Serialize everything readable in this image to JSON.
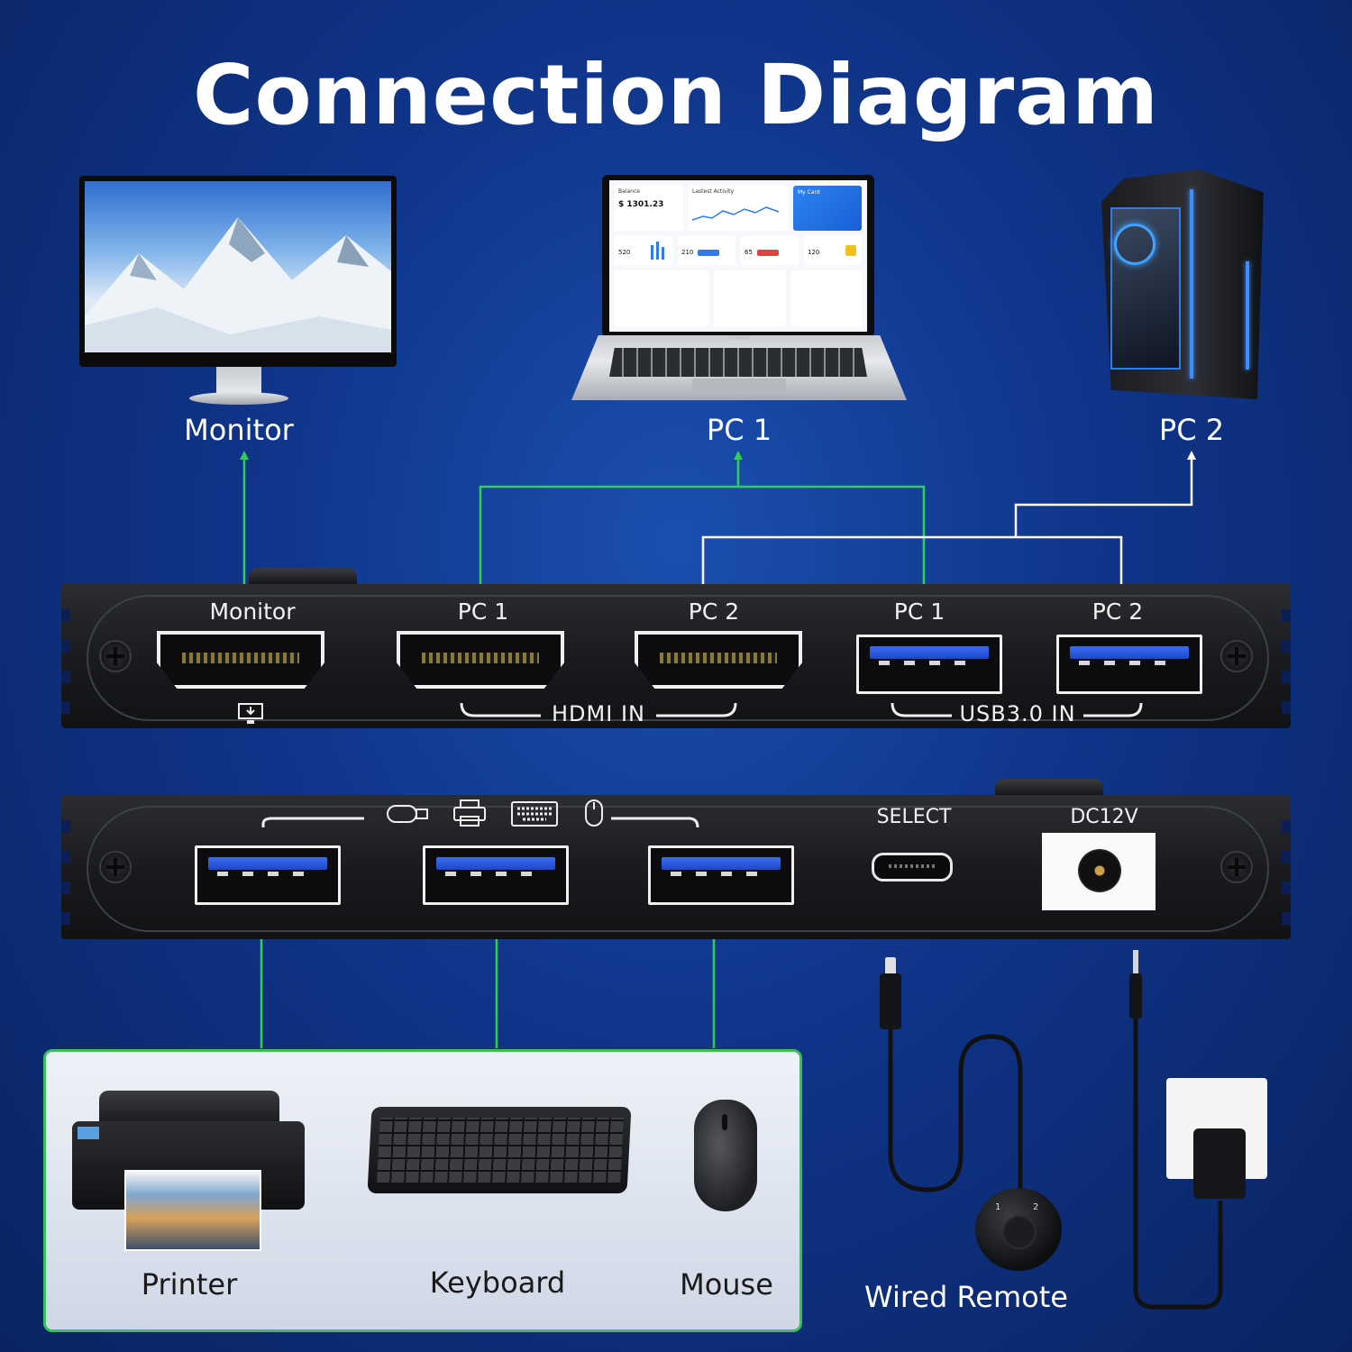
{
  "title": "Connection Diagram",
  "devices": {
    "monitor": "Monitor",
    "pc1": "PC 1",
    "pc2": "PC 2"
  },
  "laptop_screen": {
    "balance_label": "Balance",
    "balance_value": "$ 1301.23",
    "activity_label": "Lastest Activity",
    "card_label": "My Card",
    "invoice_total": "520",
    "invoice_paid": "210",
    "invoice_unpaid": "65",
    "invoice_sent": "120",
    "brand": "HUAWEI"
  },
  "top_panel": {
    "ports": [
      "Monitor",
      "PC 1",
      "PC 2",
      "PC 1",
      "PC 2"
    ],
    "hdmi_group": "HDMI IN",
    "usb_group": "USB3.0 IN"
  },
  "bottom_panel": {
    "select_label": "SELECT",
    "dc_label": "DC12V"
  },
  "peripherals": {
    "printer": "Printer",
    "keyboard": "Keyboard",
    "mouse": "Mouse"
  },
  "remote": {
    "label": "Wired Remote",
    "button_1": "1",
    "button_2": "2"
  },
  "colors": {
    "background": "#0f3488",
    "arrow_green": "#2fcf57",
    "arrow_white": "#ffffff",
    "usb_blue": "#2f5fe0"
  }
}
